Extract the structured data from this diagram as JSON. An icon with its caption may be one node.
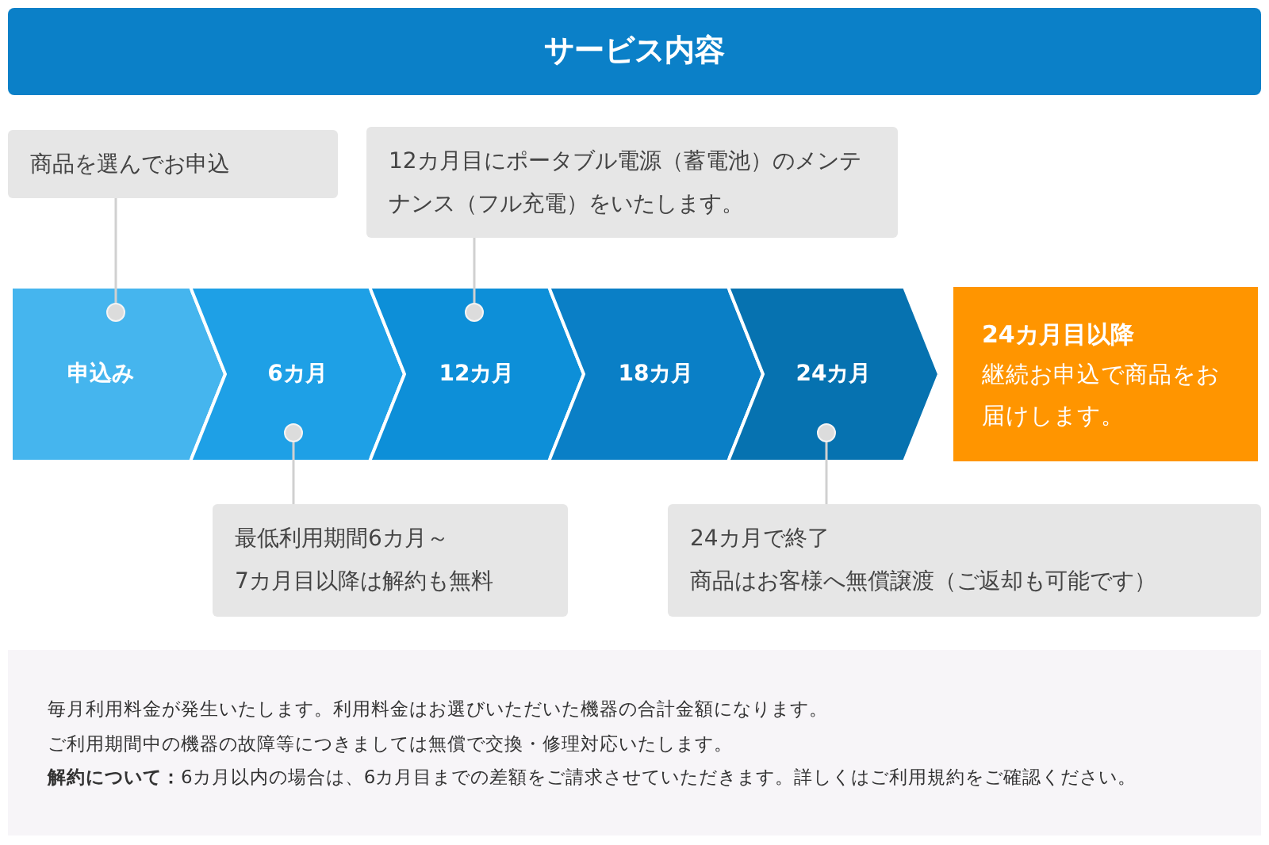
{
  "diagram": {
    "title": "サービス内容",
    "nodes": [
      {
        "text": [
          "申込み"
        ]
      },
      {
        "text": [
          "6カ月"
        ]
      },
      {
        "text": [
          "12カ月"
        ]
      },
      {
        "text": [
          "18カ月"
        ]
      },
      {
        "text": [
          "24カ月"
        ]
      },
      {
        "text": [
          "24カ月目以降",
          "継続お申込で商品をお届けします。"
        ]
      },
      {
        "text": [
          "商品を選んでお申込"
        ]
      },
      {
        "text": [
          "12カ月目にポータブル電源（蓄電池）のメンテナンス（フル充電）をいたします。"
        ]
      },
      {
        "text": [
          "最低利用期間6カ月～",
          "7カ月目以降は解約も無料"
        ]
      },
      {
        "text": [
          "24カ月で終了",
          "商品はお客様へ無償譲渡（ご返却も可能です）"
        ]
      }
    ],
    "edges": [
      {
        "from": 6,
        "to": 0,
        "arrow": "other"
      },
      {
        "from": 7,
        "to": 2,
        "arrow": "other"
      },
      {
        "from": 8,
        "to": 1,
        "arrow": "other"
      },
      {
        "from": 9,
        "to": 4,
        "arrow": "other"
      }
    ],
    "labels": [
      "毎月利用料金が発生いたします。利用料金はお選びいただいた機器の合計金額になります。",
      "ご利用期間中の機器の故障等につきましては無償で交換・修理対応いたします。",
      "**解約について：**6カ月以内の場合は、6カ月目までの差額をご請求させていただきます。詳しくはご利用規約をご確認ください。"
    ]
  }
}
